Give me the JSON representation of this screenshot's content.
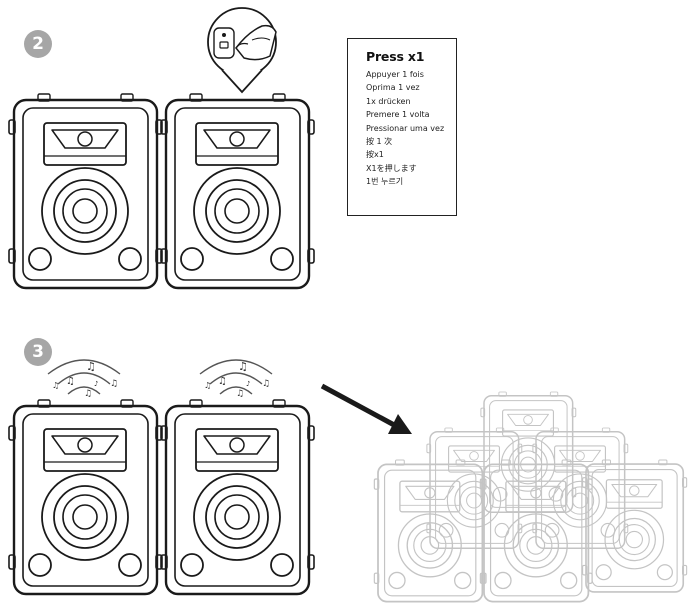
{
  "steps": {
    "second": "2",
    "third": "3"
  },
  "instruction": {
    "title": "Press x1",
    "lines": [
      "Appuyer 1 fois",
      "Oprima 1 vez",
      "1x drücken",
      "Premere 1 volta",
      "Pressionar uma vez",
      "按 1 次",
      "按x1",
      "X1を押します",
      "1번 누르기"
    ]
  },
  "icons": {
    "finger": "finger-press-icon",
    "music": "music-note-icon",
    "arrow": "arrow-down-right-icon",
    "speaker": "speaker-icon"
  },
  "colors": {
    "badge": "#a6a6a6",
    "line": "#1a1a1a",
    "faded_line": "#c4c4c4"
  }
}
